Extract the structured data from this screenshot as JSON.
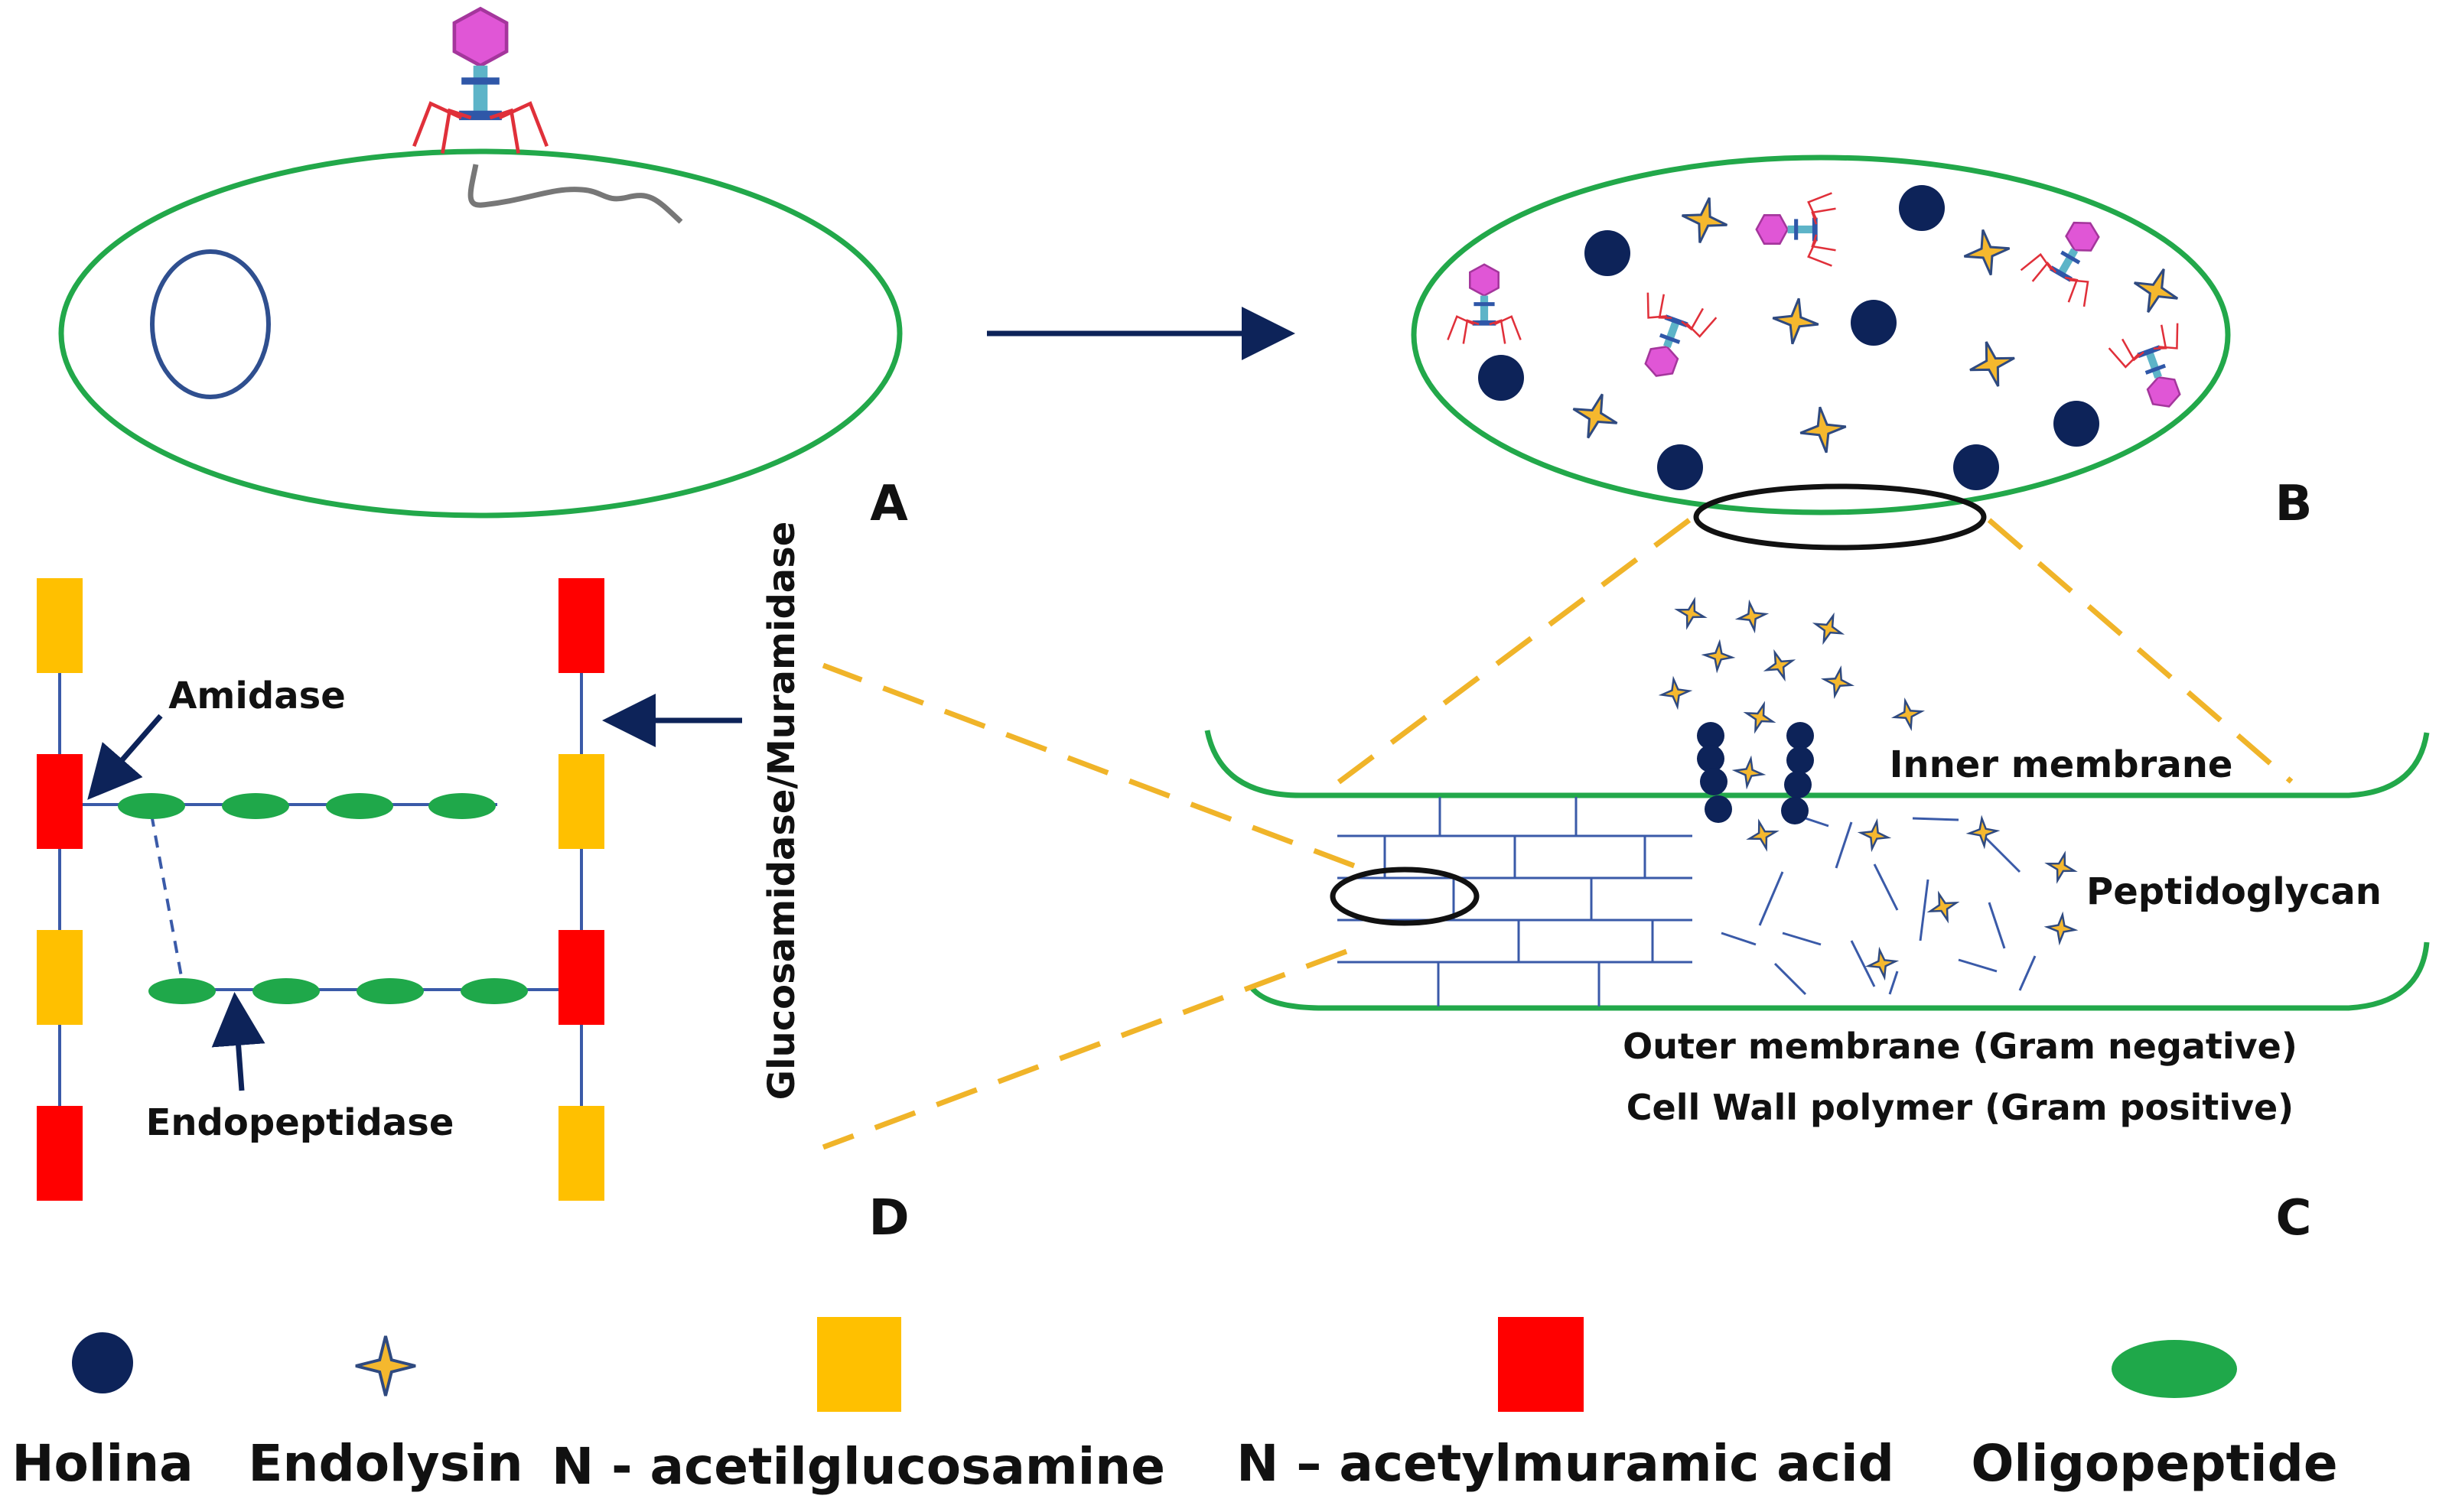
{
  "panels": {
    "a": "A",
    "b": "B",
    "c": "C",
    "d": "D"
  },
  "labels": {
    "amidase": "Amidase",
    "endopeptidase": "Endopeptidase",
    "glucosamidase": "Glucosamidase/Muramidase",
    "inner_membrane": "Inner membrane",
    "peptidoglycan": "Peptidoglycan",
    "outer_membrane": "Outer membrane (Gram negative)",
    "cell_wall": "Cell Wall polymer (Gram positive)"
  },
  "legend": [
    {
      "label": "Holina",
      "icon": "holin-circle-icon",
      "color": "#0d2359"
    },
    {
      "label": "Endolysin",
      "icon": "endolysin-star-icon",
      "color": "#f5b82e"
    },
    {
      "label": "N - acetilglucosamine",
      "icon": "nag-square-icon",
      "color": "#ffc000"
    },
    {
      "label": "N – acetylmuramic acid",
      "icon": "nam-square-icon",
      "color": "#ff0000"
    },
    {
      "label": "Oligopeptide",
      "icon": "oligopeptide-ellipse-icon",
      "color": "#1fa84a"
    }
  ],
  "colors": {
    "membrane": "#22a84a",
    "holin": "#0d2359",
    "endolysin": "#f5b82e",
    "nag": "#ffc000",
    "nam": "#ff0000",
    "oligopeptide": "#1fa84a",
    "zoom_line": "#f0b429",
    "arrow": "#0d2359",
    "phage_head": "#e056d6",
    "phage_legs": "#e0303a"
  }
}
